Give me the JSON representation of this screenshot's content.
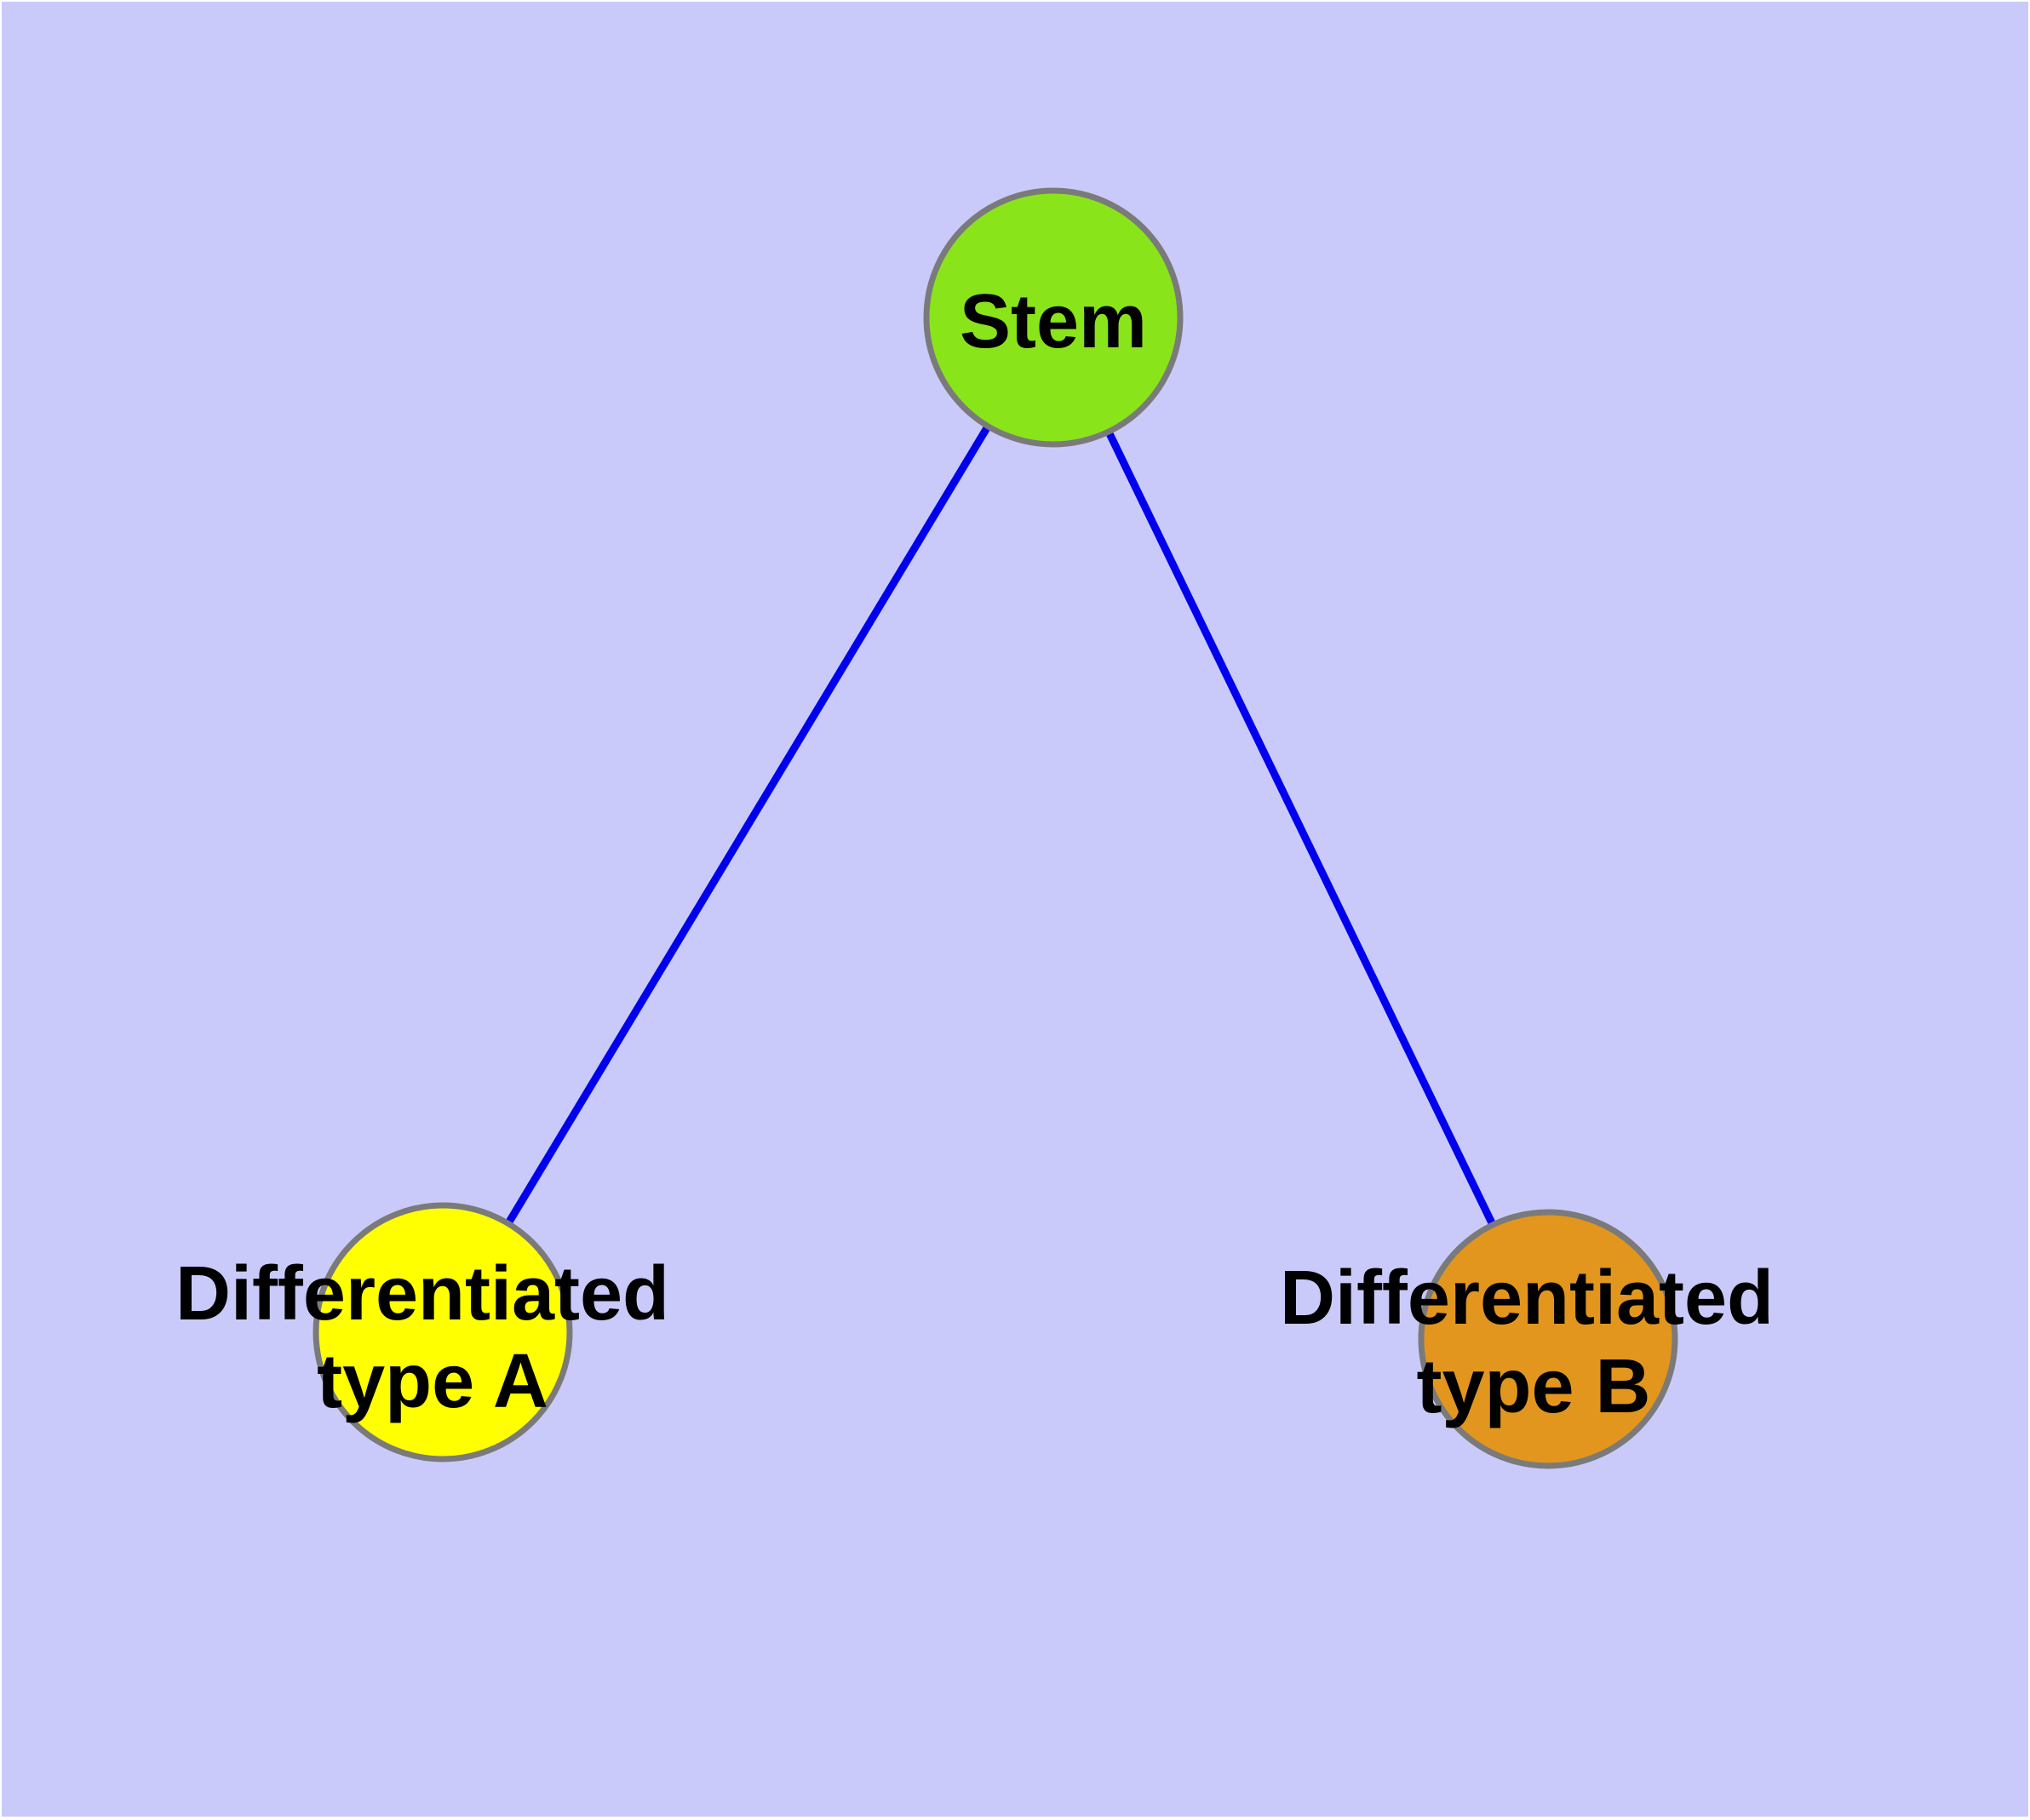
{
  "diagram": {
    "type": "node-link-graph",
    "description": "Stem cell differentiation diagram: a stem node with edges to two differentiated cell type nodes",
    "background_color": "#CACAFA",
    "frame_color": "#FFFFFF",
    "edge_color": "#0000EE",
    "node_border_color": "#7A7A7A",
    "text_color": "#000000",
    "nodes": {
      "stem": {
        "label": "Stem",
        "lines": [
          "Stem"
        ],
        "fill_color": "#8AE41A"
      },
      "type_a": {
        "label": "Differentiated type A",
        "lines": [
          "Differentiated",
          "type A"
        ],
        "fill_color": "#FFFF00"
      },
      "type_b": {
        "label": "Differentiated type B",
        "lines": [
          "Differentiated",
          "type B"
        ],
        "fill_color": "#E2961E"
      }
    },
    "edges": [
      {
        "from": "Stem",
        "to": "Differentiated type A"
      },
      {
        "from": "Stem",
        "to": "Differentiated type B"
      }
    ]
  }
}
